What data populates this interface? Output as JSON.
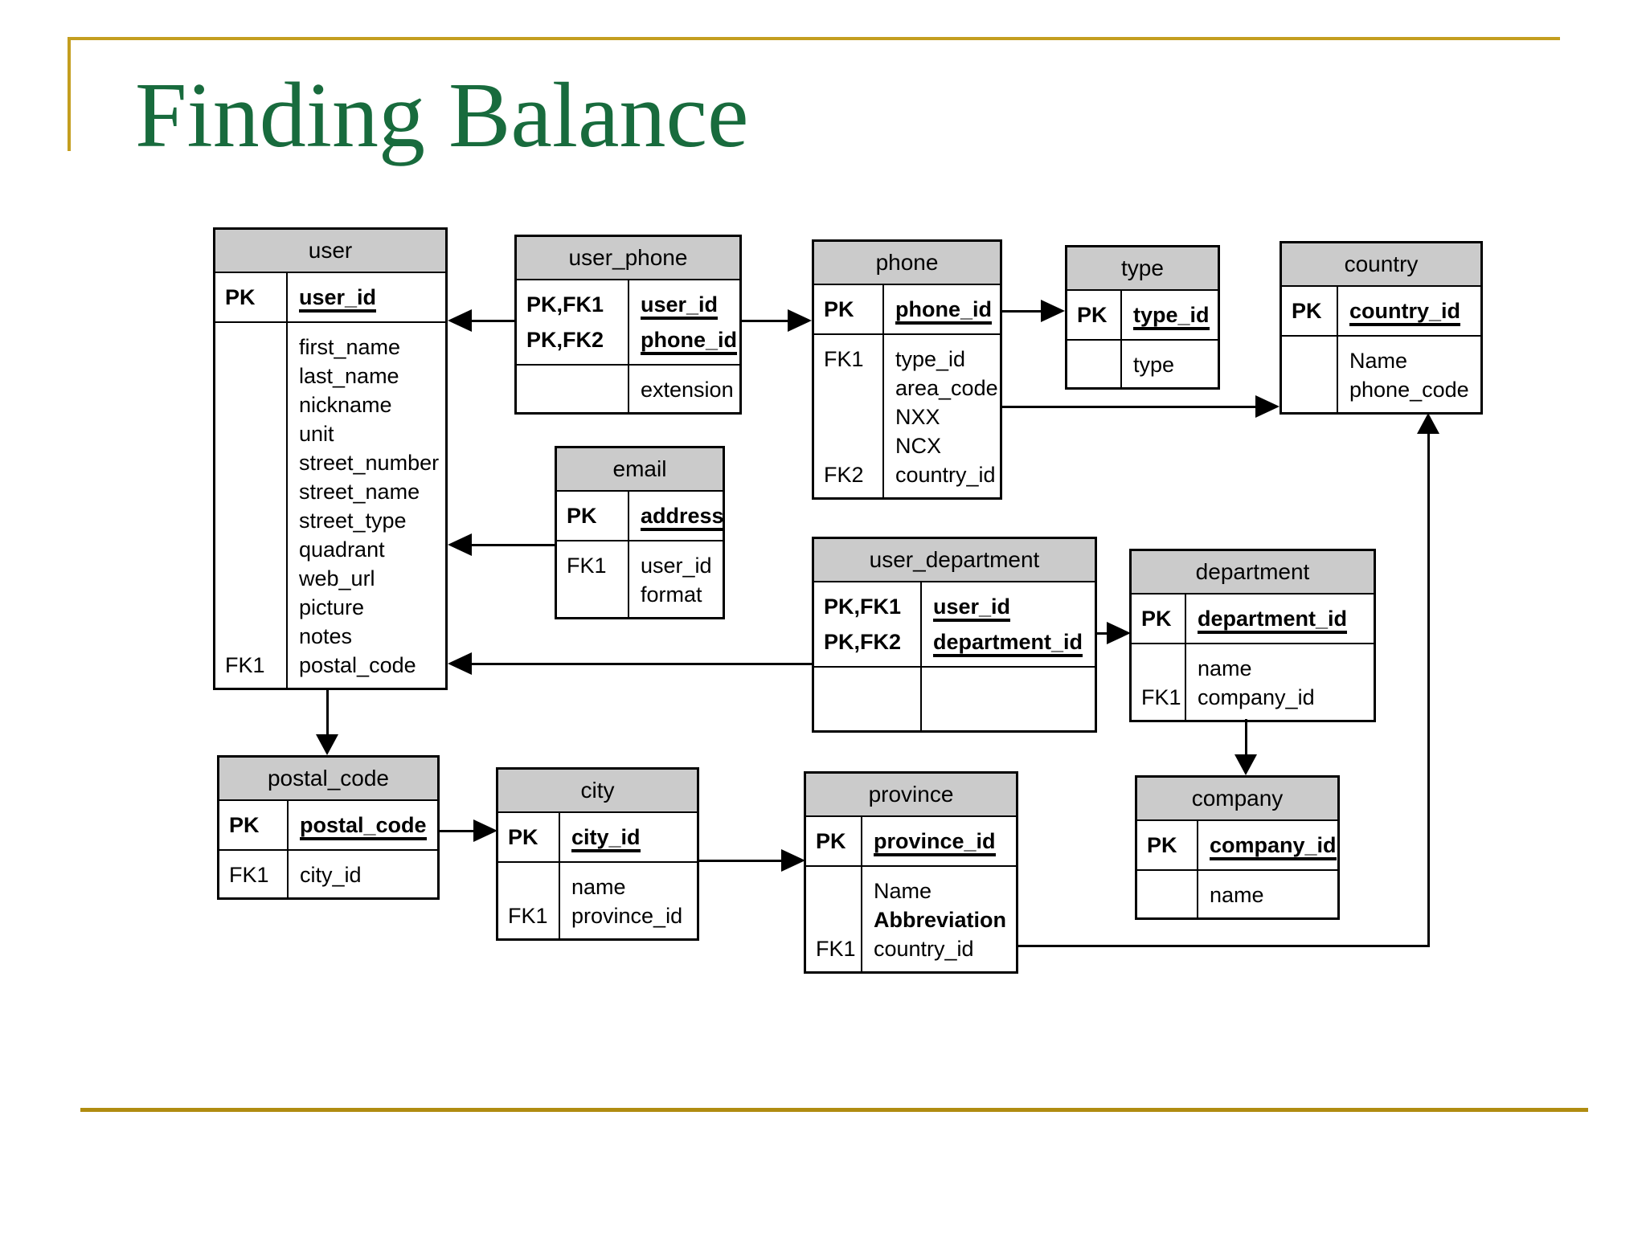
{
  "title": "Finding Balance",
  "colors": {
    "title_green": "#186B3D",
    "accent_gold": "#C49E1F",
    "accent_gold_dark": "#B08C10",
    "table_header_gray": "#CBCBCB"
  },
  "tables": [
    {
      "id": "user",
      "name": "user",
      "key_rows": [
        {
          "key": "PK",
          "field": "user_id",
          "pk": true
        }
      ],
      "body_rows": [
        {
          "key": "",
          "field": "first_name"
        },
        {
          "key": "",
          "field": "last_name"
        },
        {
          "key": "",
          "field": "nickname"
        },
        {
          "key": "",
          "field": "unit"
        },
        {
          "key": "",
          "field": "street_number"
        },
        {
          "key": "",
          "field": "street_name"
        },
        {
          "key": "",
          "field": "street_type"
        },
        {
          "key": "",
          "field": "quadrant"
        },
        {
          "key": "",
          "field": "web_url"
        },
        {
          "key": "",
          "field": "picture"
        },
        {
          "key": "",
          "field": "notes"
        },
        {
          "key": "FK1",
          "field": "postal_code"
        }
      ]
    },
    {
      "id": "user_phone",
      "name": "user_phone",
      "key_rows": [
        {
          "key": "PK,FK1",
          "field": "user_id",
          "pk": true
        },
        {
          "key": "PK,FK2",
          "field": "phone_id",
          "pk": true
        }
      ],
      "body_rows": [
        {
          "key": "",
          "field": "extension"
        }
      ]
    },
    {
      "id": "phone",
      "name": "phone",
      "key_rows": [
        {
          "key": "PK",
          "field": "phone_id",
          "pk": true
        }
      ],
      "body_rows": [
        {
          "key": "FK1",
          "field": "type_id"
        },
        {
          "key": "",
          "field": "area_code"
        },
        {
          "key": "",
          "field": "NXX"
        },
        {
          "key": "",
          "field": "NCX"
        },
        {
          "key": "FK2",
          "field": "country_id"
        }
      ]
    },
    {
      "id": "type",
      "name": "type",
      "key_rows": [
        {
          "key": "PK",
          "field": "type_id",
          "pk": true
        }
      ],
      "body_rows": [
        {
          "key": "",
          "field": "type"
        }
      ]
    },
    {
      "id": "country",
      "name": "country",
      "key_rows": [
        {
          "key": "PK",
          "field": "country_id",
          "pk": true
        }
      ],
      "body_rows": [
        {
          "key": "",
          "field": "Name"
        },
        {
          "key": "",
          "field": "phone_code"
        }
      ]
    },
    {
      "id": "email",
      "name": "email",
      "key_rows": [
        {
          "key": "PK",
          "field": "address",
          "pk": true
        }
      ],
      "body_rows": [
        {
          "key": "FK1",
          "field": "user_id"
        },
        {
          "key": "",
          "field": "format"
        }
      ]
    },
    {
      "id": "user_department",
      "name": "user_department",
      "key_rows": [
        {
          "key": "PK,FK1",
          "field": "user_id",
          "pk": true
        },
        {
          "key": "PK,FK2",
          "field": "department_id",
          "pk": true
        }
      ],
      "body_rows": []
    },
    {
      "id": "department",
      "name": "department",
      "key_rows": [
        {
          "key": "PK",
          "field": "department_id",
          "pk": true
        }
      ],
      "body_rows": [
        {
          "key": "",
          "field": "name"
        },
        {
          "key": "FK1",
          "field": "company_id"
        }
      ]
    },
    {
      "id": "postal_code",
      "name": "postal_code",
      "key_rows": [
        {
          "key": "PK",
          "field": "postal_code",
          "pk": true
        }
      ],
      "body_rows": [
        {
          "key": "FK1",
          "field": "city_id"
        }
      ]
    },
    {
      "id": "city",
      "name": "city",
      "key_rows": [
        {
          "key": "PK",
          "field": "city_id",
          "pk": true
        }
      ],
      "body_rows": [
        {
          "key": "",
          "field": "name"
        },
        {
          "key": "FK1",
          "field": "province_id"
        }
      ]
    },
    {
      "id": "province",
      "name": "province",
      "key_rows": [
        {
          "key": "PK",
          "field": "province_id",
          "pk": true
        }
      ],
      "body_rows": [
        {
          "key": "",
          "field": "Name"
        },
        {
          "key": "",
          "field": "Abbreviation",
          "bold": true
        },
        {
          "key": "FK1",
          "field": "country_id"
        }
      ]
    },
    {
      "id": "company",
      "name": "company",
      "key_rows": [
        {
          "key": "PK",
          "field": "company_id",
          "pk": true
        }
      ],
      "body_rows": [
        {
          "key": "",
          "field": "name"
        }
      ]
    }
  ],
  "relationships": [
    {
      "from": "user_phone",
      "to": "user"
    },
    {
      "from": "user_phone",
      "to": "phone"
    },
    {
      "from": "phone",
      "to": "type"
    },
    {
      "from": "phone",
      "to": "country"
    },
    {
      "from": "email",
      "to": "user"
    },
    {
      "from": "user_department",
      "to": "user"
    },
    {
      "from": "user_department",
      "to": "department"
    },
    {
      "from": "department",
      "to": "company"
    },
    {
      "from": "user",
      "to": "postal_code"
    },
    {
      "from": "postal_code",
      "to": "city"
    },
    {
      "from": "city",
      "to": "province"
    },
    {
      "from": "province",
      "to": "country"
    }
  ]
}
